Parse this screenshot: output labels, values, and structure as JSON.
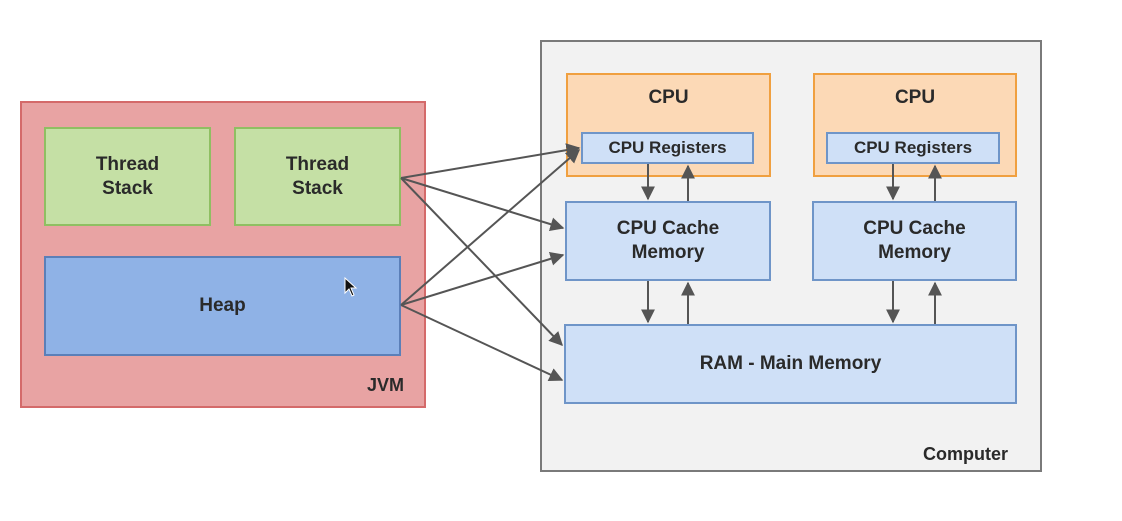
{
  "jvm": {
    "label": "JVM",
    "thread_stack_1": "Thread\nStack",
    "thread_stack_2": "Thread\nStack",
    "heap": "Heap"
  },
  "computer": {
    "label": "Computer",
    "cpu_1": {
      "title": "CPU",
      "registers": "CPU Registers",
      "cache": "CPU Cache\nMemory"
    },
    "cpu_2": {
      "title": "CPU",
      "registers": "CPU Registers",
      "cache": "CPU Cache\nMemory"
    },
    "ram": "RAM - Main Memory"
  },
  "colors": {
    "jvm_fill": "#e8a3a3",
    "thread_stack_fill": "#c5e0a5",
    "heap_fill": "#8fb2e6",
    "cpu_fill": "#fcd9b6",
    "memory_fill": "#cfe0f7",
    "computer_fill": "#f2f2f2",
    "arrow": "#555555"
  },
  "icons": {
    "cursor": "mouse-pointer-icon"
  }
}
